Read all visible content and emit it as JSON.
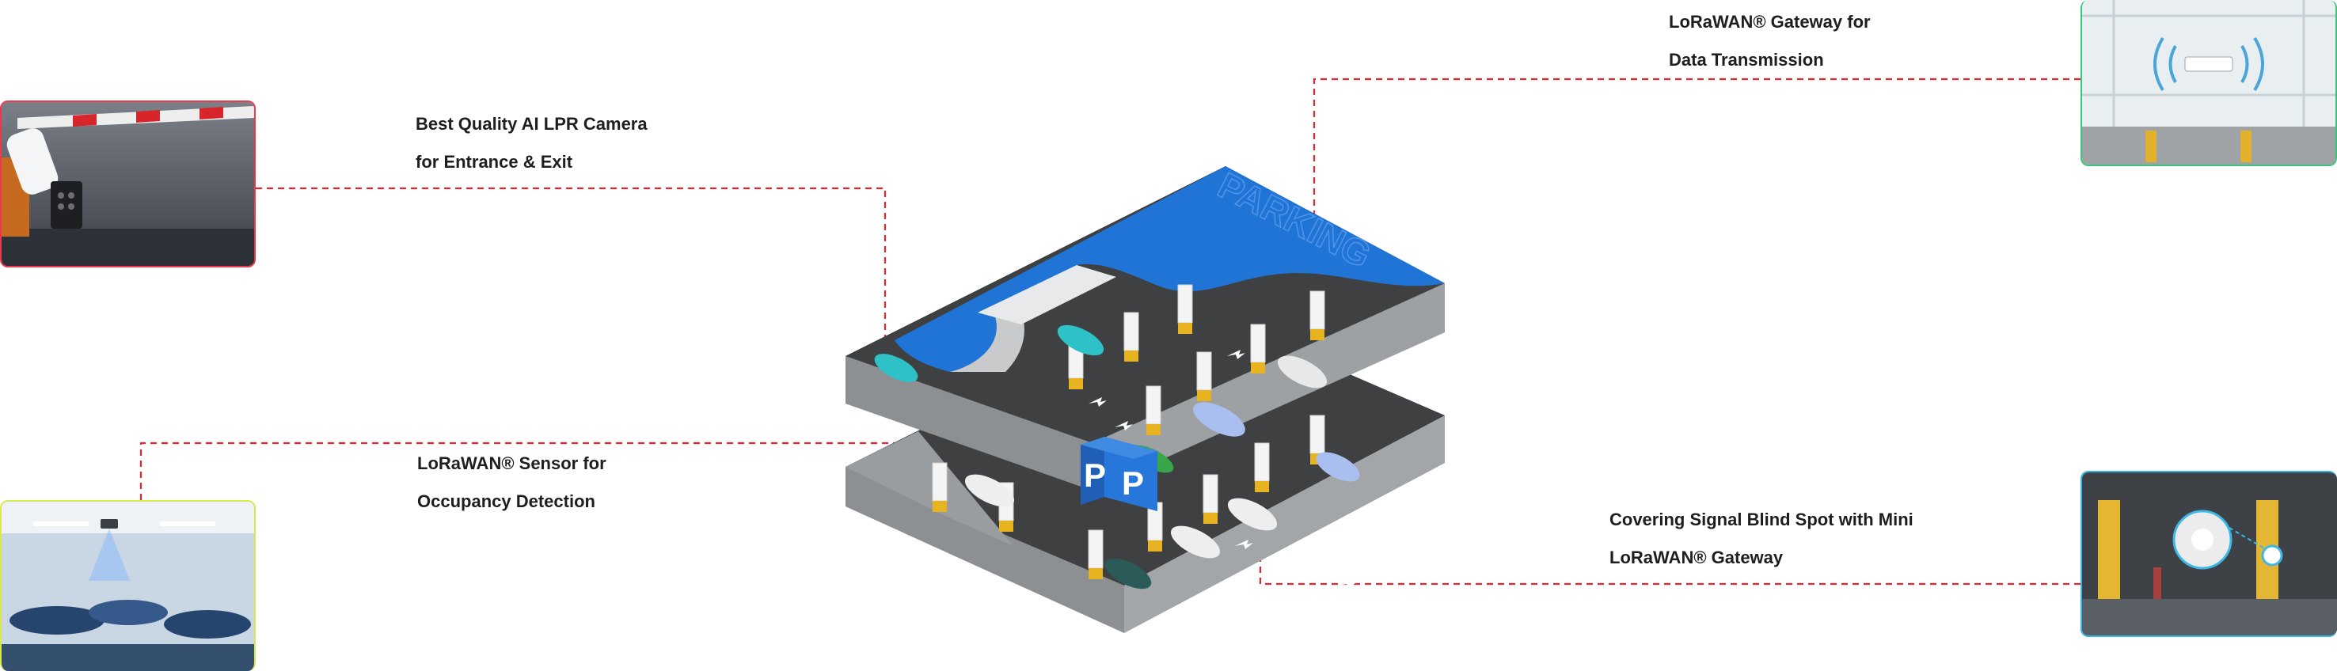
{
  "callouts": {
    "lpr_camera": {
      "line1": "Best Quality AI LPR Camera",
      "line2": "for Entrance & Exit",
      "border_color": "#e8394d",
      "icon": "camera-icon"
    },
    "gateway": {
      "line1": "LoRaWAN® Gateway for",
      "line2": "Data Transmission",
      "border_color": "#38c77a",
      "icon": "gateway-icon"
    },
    "sensor": {
      "line1": "LoRaWAN® Sensor for",
      "line2": "Occupancy Detection",
      "border_color": "#d9e84a",
      "icon": "sensor-icon"
    },
    "mini_gateway": {
      "line1": "Covering Signal Blind Spot with Mini",
      "line2": "LoRaWAN® Gateway",
      "border_color": "#35b6e0",
      "icon": "mini-gateway-icon"
    }
  },
  "parking": {
    "roof_text": "PARKING",
    "sign_letter": "P"
  },
  "colors": {
    "leader_line": "#e3262f",
    "roof": "#1f74d6",
    "floor": "#3d3d3f",
    "wall": "#a9acae"
  }
}
